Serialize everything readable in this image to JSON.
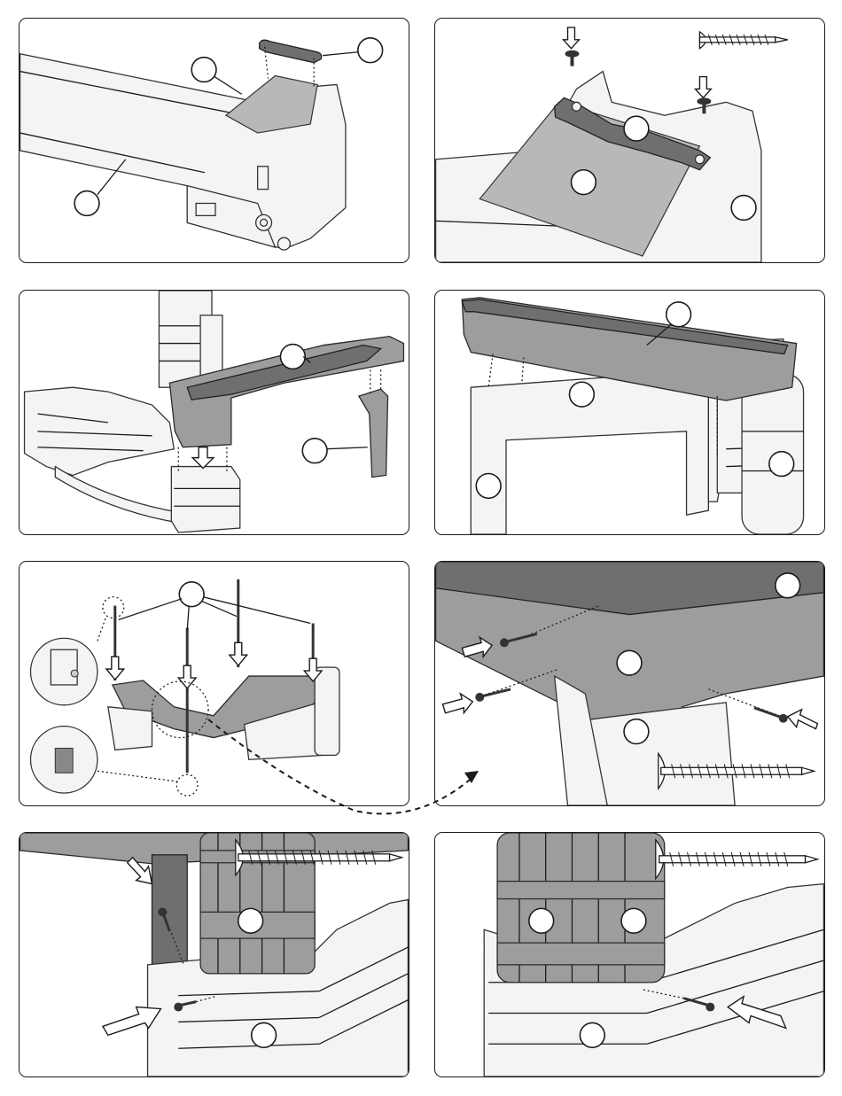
{
  "document": {
    "type": "assembly-instructions",
    "panels": [
      {
        "id": "p1",
        "callouts": 3
      },
      {
        "id": "p2",
        "callouts": 3
      },
      {
        "id": "p3",
        "callouts": 2
      },
      {
        "id": "p4",
        "callouts": 4
      },
      {
        "id": "p5",
        "callouts": 1
      },
      {
        "id": "p6",
        "callouts": 3
      },
      {
        "id": "p7",
        "callouts": 2
      },
      {
        "id": "p8",
        "callouts": 3
      }
    ],
    "icons": {
      "screw_icon": "long-screw-icon",
      "bolt_icon": "short-bolt-icon",
      "insert_arrow": "down-arrow-icon",
      "push_arrow": "push-arrow-icon"
    },
    "colors": {
      "outline": "#1b1b1b",
      "part_light": "#f4f4f4",
      "part_grey": "#9d9d9d",
      "part_dark": "#6f6f6f"
    }
  }
}
